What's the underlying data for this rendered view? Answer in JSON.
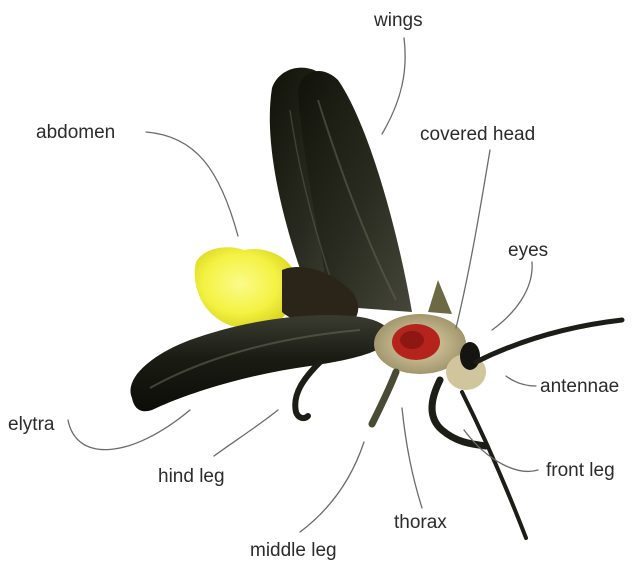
{
  "labels": {
    "wings": "wings",
    "abdomen": "abdomen",
    "covered_head": "covered head",
    "eyes": "eyes",
    "antennae": "antennae",
    "elytra": "elytra",
    "front_leg": "front leg",
    "hind_leg": "hind leg",
    "thorax": "thorax",
    "middle_leg": "middle leg"
  },
  "colors": {
    "body_dark": "#1c1d16",
    "wing_sheen": "#4a4b3c",
    "glow": "#f4f243",
    "pronotum": "#c9b98a",
    "head_red": "#b5231d",
    "leader_line": "#6b6b6b",
    "label_text": "#2b2b2b"
  }
}
